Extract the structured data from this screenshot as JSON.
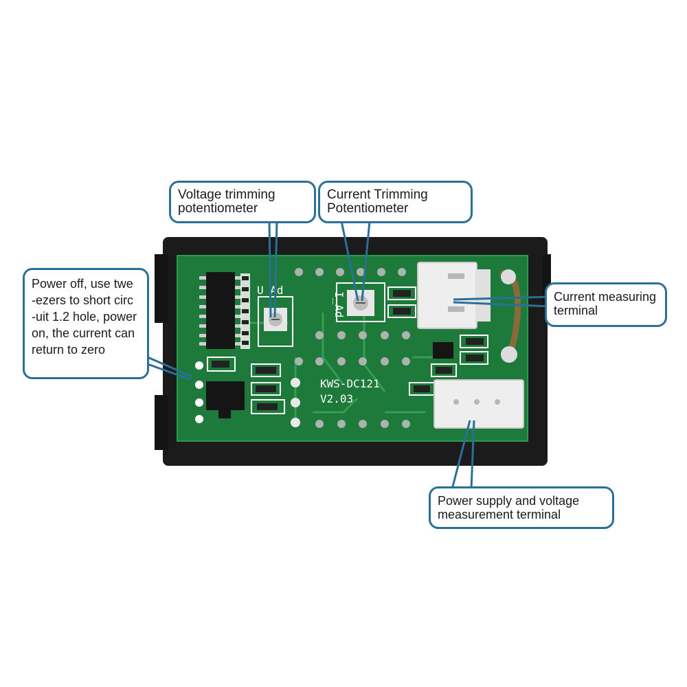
{
  "colors": {
    "callout_border": "#2a6f97",
    "pcb_green": "#1e7a3a",
    "housing_black": "#1b1b1b",
    "connector_white": "#eeeeee"
  },
  "board": {
    "model_label": "KWS-DC121",
    "version_label": "V2.03",
    "voltage_pot_silk": "U_Ad",
    "current_pot_silk": "I_Ad"
  },
  "callouts": {
    "voltage_pot": {
      "lines": [
        "Voltage trimming",
        "potentiometer"
      ]
    },
    "current_pot": {
      "lines": [
        "Current Trimming",
        "Potentiometer"
      ]
    },
    "zeroing": {
      "lines": [
        "Power off, use twe",
        "-ezers to short circ",
        "-uit 1.2 hole, power",
        "on, the current can",
        "return to zero"
      ]
    },
    "current_terminal": {
      "lines": [
        "Current measuring",
        "terminal"
      ]
    },
    "power_terminal": {
      "lines": [
        "Power supply and voltage",
        "measurement terminal"
      ]
    }
  }
}
